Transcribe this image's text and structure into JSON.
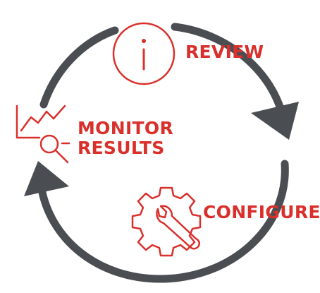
{
  "colors": {
    "accent": "#d9302c",
    "arrow": "#4a4e53",
    "background": "#ffffff"
  },
  "steps": [
    {
      "id": "review",
      "icon": "info-icon",
      "label": "REVIEW"
    },
    {
      "id": "monitor_results",
      "icon": "chart-magnifier-icon",
      "label_lines": [
        "MONITOR",
        "RESULTS"
      ]
    },
    {
      "id": "configure",
      "icon": "gear-wrench-icon",
      "label": "CONFIGURE"
    }
  ]
}
